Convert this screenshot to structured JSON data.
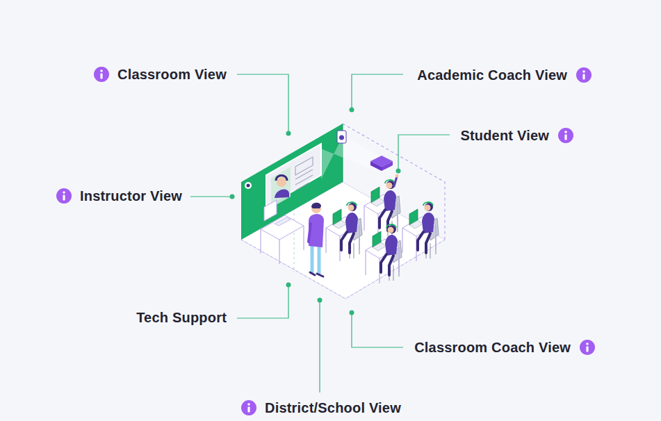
{
  "diagram": {
    "labels": [
      "Classroom View",
      "Academic Coach View",
      "Student View",
      "Instructor View",
      "Tech Support",
      "Classroom Coach View",
      "District/School View"
    ]
  }
}
